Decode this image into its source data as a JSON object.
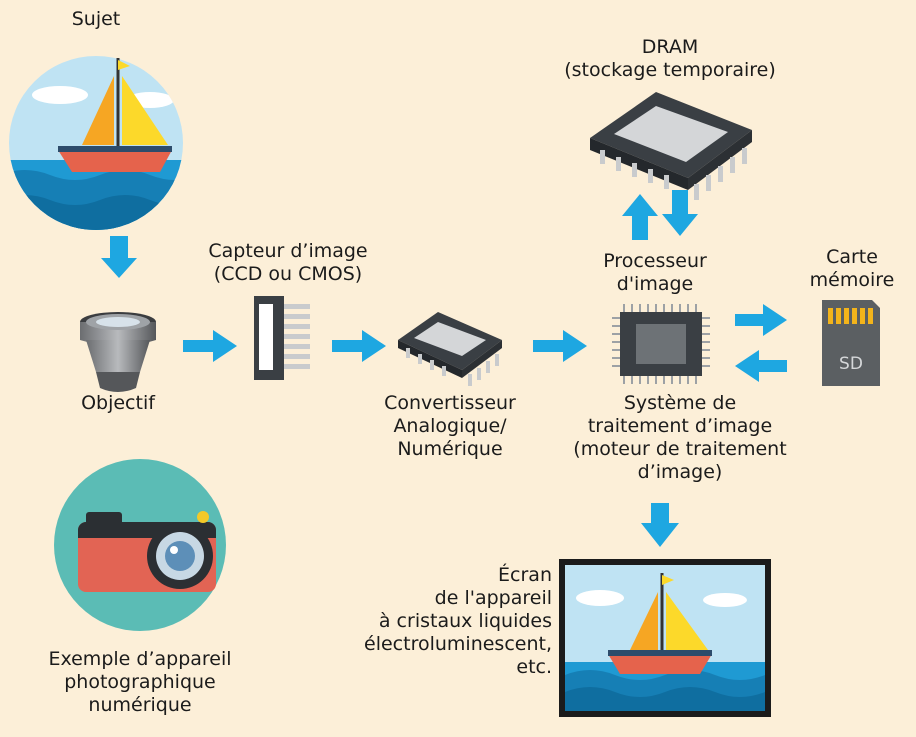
{
  "labels": {
    "subject": "Sujet",
    "lens": "Objectif",
    "sensor_line1": "Capteur d’image",
    "sensor_line2": "(CCD ou CMOS)",
    "adc_line1": "Convertisseur",
    "adc_line2": "Analogique/",
    "adc_line3": "Numérique",
    "dram_line1": "DRAM",
    "dram_line2": "(stockage temporaire)",
    "processor_line1": "Processeur",
    "processor_line2": "d'image",
    "system_line1": "Système de",
    "system_line2": "traitement d’image",
    "system_line3": "(moteur de traitement",
    "system_line4": "d’image)",
    "card_line1": "Carte",
    "card_line2": "mémoire",
    "sd_text": "SD",
    "screen_line1": "Écran",
    "screen_line2": "de l'appareil",
    "screen_line3": "à cristaux liquides",
    "screen_line4": "électroluminescent,",
    "screen_line5": "etc.",
    "camera_line1": "Exemple d’appareil",
    "camera_line2": "photographique",
    "camera_line3": "numérique"
  },
  "colors": {
    "background": "#fcefd8",
    "arrow": "#1ea7e1",
    "sky": "#bfe3f3",
    "sea": "#1f9ad3",
    "sail_left": "#f6a623",
    "sail_right": "#fcd92a",
    "hull": "#e5634c",
    "chip": "#3a3f44",
    "camera_body": "#e26454",
    "camera_circle": "#5bbcb5",
    "sd_card": "#5b5f62"
  }
}
